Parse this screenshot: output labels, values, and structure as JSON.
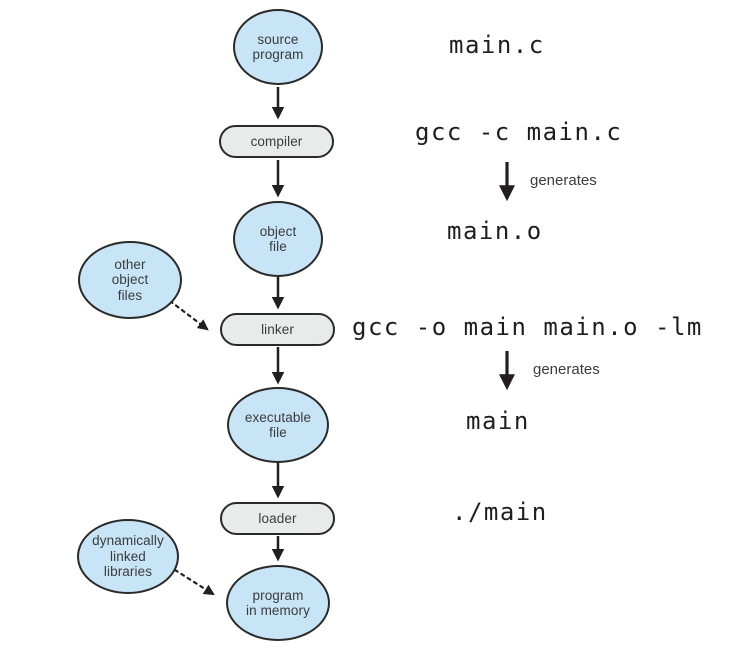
{
  "diagram": {
    "type": "flowchart",
    "subject": "C program compilation, linking and loading flow",
    "colors": {
      "file_node_fill": "#c8e4f7",
      "process_node_fill": "#e9eaea",
      "node_border": "#2b2a29",
      "node_text": "#3b3b3c",
      "command_text": "#1e1e1e",
      "arrow": "#231f20",
      "background": "#ffffff"
    },
    "nodes": {
      "source_program": "source\nprogram",
      "compiler": "compiler",
      "object_file": "object\nfile",
      "other_object_files": "other\nobject\nfiles",
      "linker": "linker",
      "executable_file": "executable\nfile",
      "loader": "loader",
      "dynamically_linked_libraries": "dynamically\nlinked\nlibraries",
      "program_in_memory": "program\nin memory"
    },
    "annotations": {
      "source_file": "main.c",
      "compile_command": "gcc -c main.c",
      "object_file_name": "main.o",
      "link_command": "gcc -o main main.o -lm",
      "executable_name": "main",
      "run_command": "./main",
      "generates_label": "generates"
    }
  }
}
